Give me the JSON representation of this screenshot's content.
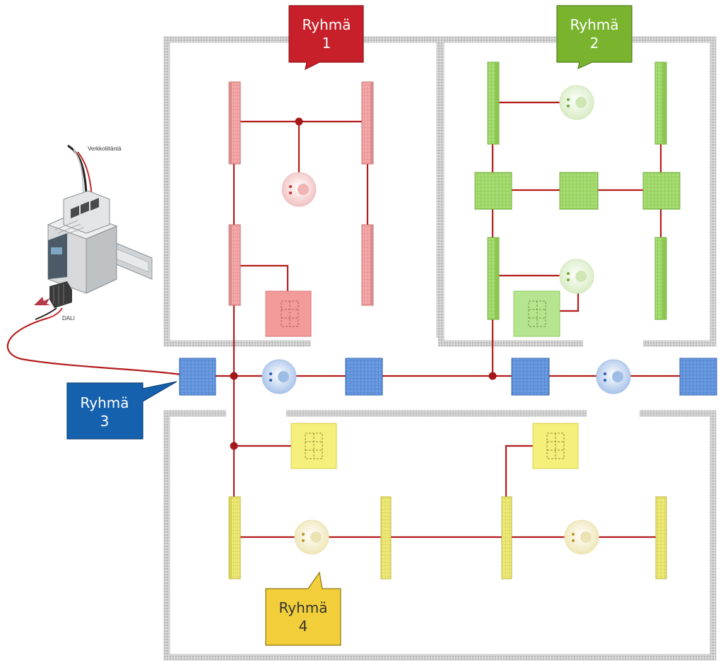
{
  "groups": [
    {
      "id": "g1",
      "line1": "Ryhmä",
      "line2": "1",
      "fill": "#c81e24",
      "text_color": "#ffffff"
    },
    {
      "id": "g2",
      "line1": "Ryhmä",
      "line2": "2",
      "fill": "#7ab32e",
      "text_color": "#ffffff"
    },
    {
      "id": "g3",
      "line1": "Ryhmä",
      "line2": "3",
      "fill": "#1561ae",
      "text_color": "#ffffff"
    },
    {
      "id": "g4",
      "line1": "Ryhmä",
      "line2": "4",
      "fill": "#f2cf3a",
      "text_color": "#333333"
    }
  ],
  "controller": {
    "power_label": "Verkkoliitäntä",
    "bus_label": "DALI"
  },
  "colors": {
    "wire": "#b31b1b",
    "wall": "#c9c9c9",
    "red_light": "#f2a3a3",
    "green_light": "#a9de7a",
    "blue_light": "#5b8fd6",
    "yellow_light": "#efe97a"
  }
}
